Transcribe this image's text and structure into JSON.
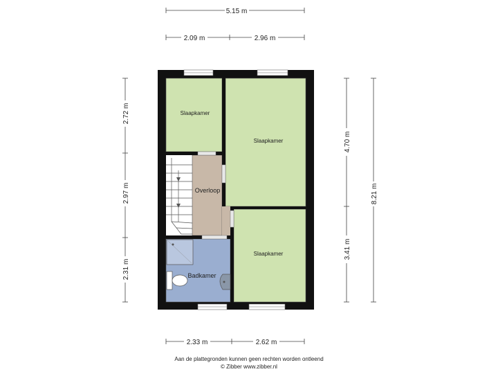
{
  "dimensions": {
    "top_total": "5.15 m",
    "top_left": "2.09 m",
    "top_right": "2.96 m",
    "left_top": "2.72 m",
    "left_mid": "2.97 m",
    "left_bottom": "2.31 m",
    "right_upper": "4.70 m",
    "right_lower": "3.41 m",
    "right_total": "8.21 m",
    "bottom_left": "2.33 m",
    "bottom_right": "2.62 m"
  },
  "rooms": {
    "slaapkamer_small": "Slaapkamer",
    "slaapkamer_large": "Slaapkamer",
    "slaapkamer_bottom": "Slaapkamer",
    "overloop": "Overloop",
    "badkamer": "Badkamer"
  },
  "colors": {
    "wall": "#111111",
    "bedroom": "#cfe3b0",
    "landing": "#c8b8a8",
    "bathroom": "#9aaed0"
  },
  "footer": {
    "disclaimer": "Aan de plattegronden kunnen geen rechten worden ontleend",
    "credit": "© Zibber www.zibber.nl"
  }
}
